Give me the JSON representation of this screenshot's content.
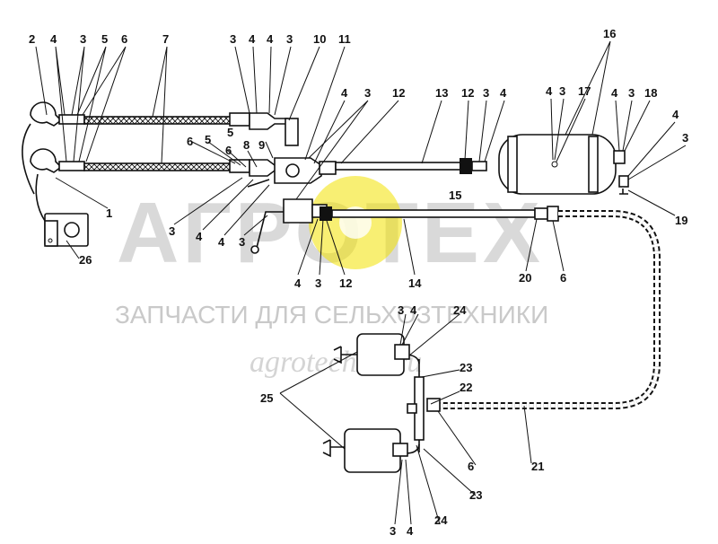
{
  "watermark": {
    "brand": "АГРОТЕХ",
    "tagline": "ЗАПЧАСТИ ДЛЯ СЕЛЬХОЗТЕХНИКИ",
    "url": "agrotech26.ru",
    "color": "#cfcfcf",
    "accent": "#f2e200"
  },
  "callouts": [
    {
      "id": "c1",
      "text": "2"
    },
    {
      "id": "c2",
      "text": "4"
    },
    {
      "id": "c3",
      "text": "3"
    },
    {
      "id": "c4",
      "text": "5"
    },
    {
      "id": "c5",
      "text": "6"
    },
    {
      "id": "c6",
      "text": "7"
    },
    {
      "id": "c7",
      "text": "3"
    },
    {
      "id": "c8",
      "text": "4"
    },
    {
      "id": "c9",
      "text": "4"
    },
    {
      "id": "c10",
      "text": "3"
    },
    {
      "id": "c11",
      "text": "10"
    },
    {
      "id": "c12",
      "text": "11"
    },
    {
      "id": "c13",
      "text": "16"
    },
    {
      "id": "c14",
      "text": "4"
    },
    {
      "id": "c15",
      "text": "3"
    },
    {
      "id": "c16",
      "text": "17"
    },
    {
      "id": "c17",
      "text": "4"
    },
    {
      "id": "c18",
      "text": "3"
    },
    {
      "id": "c19",
      "text": "18"
    },
    {
      "id": "c20",
      "text": "12"
    },
    {
      "id": "c21",
      "text": "13"
    },
    {
      "id": "c22",
      "text": "12"
    },
    {
      "id": "c23",
      "text": "3"
    },
    {
      "id": "c24",
      "text": "4"
    },
    {
      "id": "c25",
      "text": "4"
    },
    {
      "id": "c26",
      "text": "3"
    },
    {
      "id": "c27",
      "text": "4"
    },
    {
      "id": "c28",
      "text": "3"
    },
    {
      "id": "c29",
      "text": "6"
    },
    {
      "id": "c30",
      "text": "5"
    },
    {
      "id": "c31",
      "text": "8"
    },
    {
      "id": "c32",
      "text": "9"
    },
    {
      "id": "c33",
      "text": "5"
    },
    {
      "id": "c34",
      "text": "6"
    },
    {
      "id": "c35",
      "text": "15"
    },
    {
      "id": "c36",
      "text": "19"
    },
    {
      "id": "c37",
      "text": "1"
    },
    {
      "id": "c38",
      "text": "3"
    },
    {
      "id": "c39",
      "text": "4"
    },
    {
      "id": "c40",
      "text": "4"
    },
    {
      "id": "c41",
      "text": "3"
    },
    {
      "id": "c42",
      "text": "26"
    },
    {
      "id": "c43",
      "text": "4"
    },
    {
      "id": "c44",
      "text": "3"
    },
    {
      "id": "c45",
      "text": "12"
    },
    {
      "id": "c46",
      "text": "14"
    },
    {
      "id": "c47",
      "text": "20"
    },
    {
      "id": "c48",
      "text": "6"
    },
    {
      "id": "c49",
      "text": "3"
    },
    {
      "id": "c50",
      "text": "4"
    },
    {
      "id": "c51",
      "text": "24"
    },
    {
      "id": "c52",
      "text": "23"
    },
    {
      "id": "c53",
      "text": "22"
    },
    {
      "id": "c54",
      "text": "25"
    },
    {
      "id": "c55",
      "text": "6"
    },
    {
      "id": "c56",
      "text": "21"
    },
    {
      "id": "c57",
      "text": "23"
    },
    {
      "id": "c58",
      "text": "3"
    },
    {
      "id": "c59",
      "text": "4"
    },
    {
      "id": "c60",
      "text": "24"
    }
  ]
}
